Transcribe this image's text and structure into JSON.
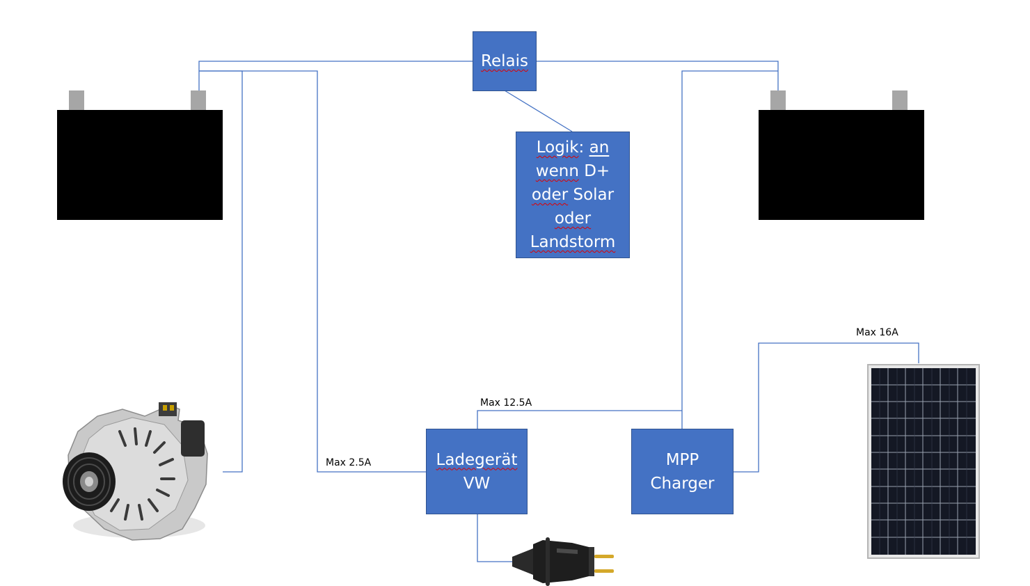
{
  "nodes": {
    "relais": "Relais",
    "logik": {
      "word1": "Logik",
      "colon": ":",
      "word2": "an",
      "word3": "wenn",
      "word4": "D+",
      "word5": "oder",
      "word6": "Solar",
      "word7": "oder",
      "word8": "Landstorm"
    },
    "ladegeraet": {
      "line1": "Ladegerät",
      "line2": "VW"
    },
    "mpp": {
      "line1": "MPP",
      "line2": "Charger"
    }
  },
  "edge_labels": {
    "charger_in": "Max 2.5A",
    "charger_link": "Max 12.5A",
    "solar": "Max 16A"
  },
  "images": [
    "battery-left",
    "battery-right",
    "alternator",
    "power-plug",
    "solar-panel"
  ],
  "colors": {
    "box_fill": "#4472c4",
    "box_border": "#2f528f",
    "wire": "#4472c4",
    "battery": "#000000",
    "terminal": "#a6a6a6"
  }
}
